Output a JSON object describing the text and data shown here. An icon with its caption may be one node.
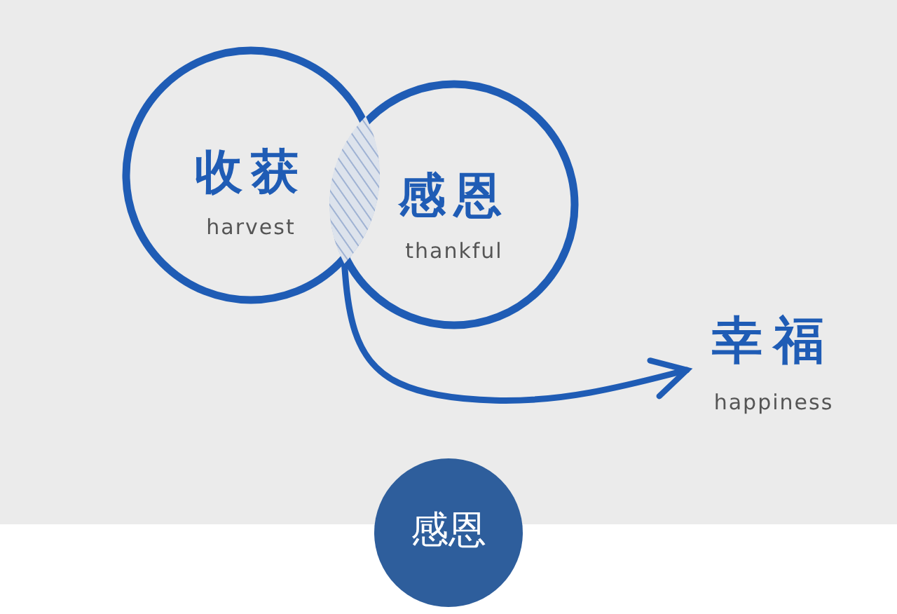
{
  "diagram": {
    "nodes": [
      {
        "text": [
          "收获",
          "harvest"
        ]
      },
      {
        "text": [
          "感恩",
          "thankful"
        ]
      },
      {
        "text": [],
        "shape": "lens"
      },
      {
        "text": [
          "幸福",
          "happiness"
        ]
      },
      {
        "text": [
          "感恩"
        ]
      }
    ],
    "edges": [
      {
        "from": 2,
        "to": 3,
        "arrow": "to"
      }
    ]
  }
}
